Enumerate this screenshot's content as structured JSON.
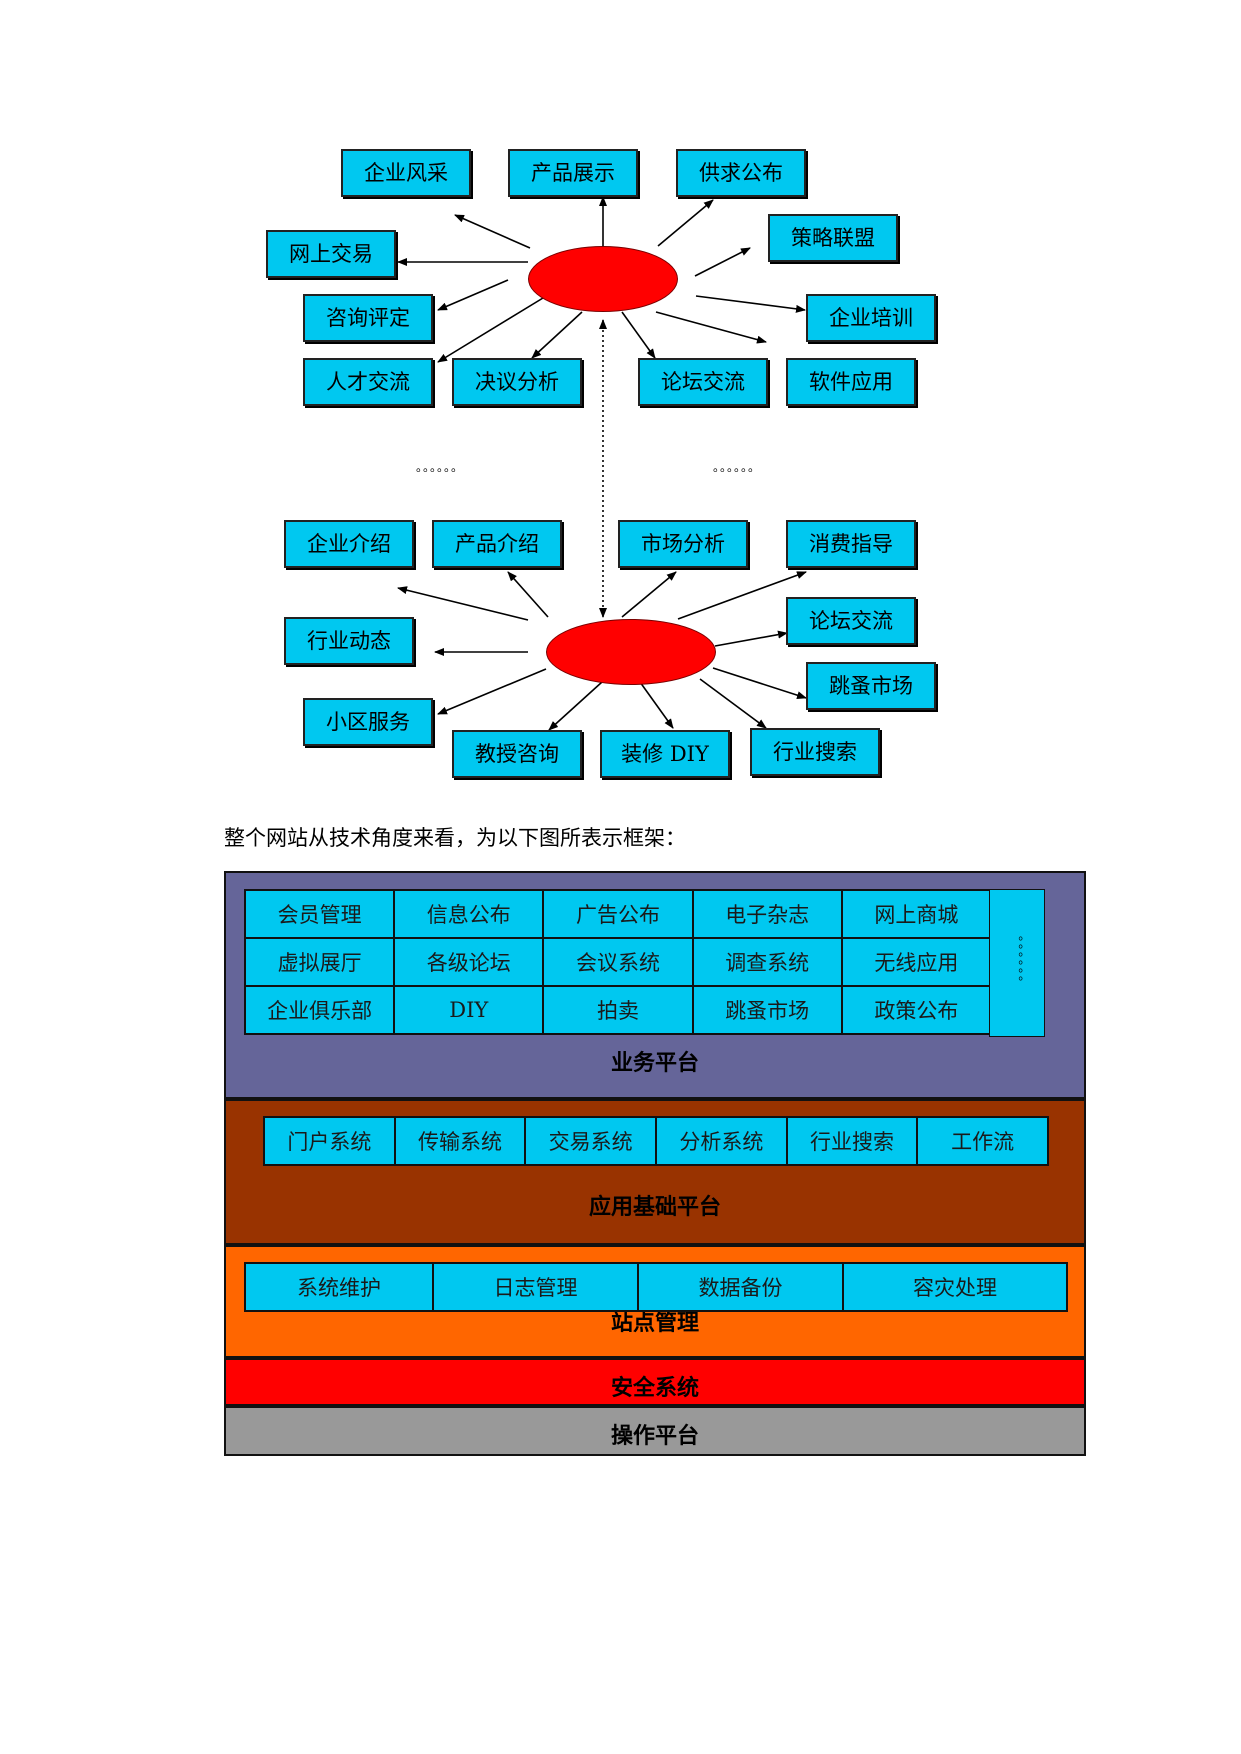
{
  "hub_diagram": {
    "top_nodes": [
      "企业风采",
      "产品展示",
      "供求公布",
      "策略联盟",
      "网上交易",
      "咨询评定",
      "企业培训",
      "人才交流",
      "决议分析",
      "论坛交流",
      "软件应用"
    ],
    "bottom_nodes": [
      "企业介绍",
      "产品介绍",
      "市场分析",
      "消费指导",
      "论坛交流",
      "行业动态",
      "跳蚤市场",
      "小区服务",
      "教授咨询",
      "装修 DIY",
      "行业搜索"
    ],
    "ellipsis_left": "。。。。。。",
    "ellipsis_right": "。。。。。。"
  },
  "caption": "整个网站从技术角度来看，为以下图所表示框架：",
  "architecture": {
    "business_platform": {
      "title": "业务平台",
      "rows": [
        [
          "会员管理",
          "信息公布",
          "广告公布",
          "电子杂志",
          "网上商城"
        ],
        [
          "虚拟展厅",
          "各级论坛",
          "会议系统",
          "调查系统",
          "无线应用"
        ],
        [
          "企业俱乐部",
          "DIY",
          "拍卖",
          "跳蚤市场",
          "政策公布"
        ]
      ],
      "more": "。。。。。。"
    },
    "application_platform": {
      "title": "应用基础平台",
      "items": [
        "门户系统",
        "传输系统",
        "交易系统",
        "分析系统",
        "行业搜索",
        "工作流"
      ]
    },
    "site_management": {
      "title": "站点管理",
      "items": [
        "系统维护",
        "日志管理",
        "数据备份",
        "容灾处理"
      ]
    },
    "security_system": {
      "title": "安全系统"
    },
    "operating_platform": {
      "title": "操作平台"
    }
  },
  "colors": {
    "node_fill": "#00c8f0",
    "hub_fill": "#ff0000",
    "business_bg": "#656599",
    "application_bg": "#993300",
    "site_bg": "#ff6600",
    "security_bg": "#ff0000",
    "operating_bg": "#999999"
  }
}
